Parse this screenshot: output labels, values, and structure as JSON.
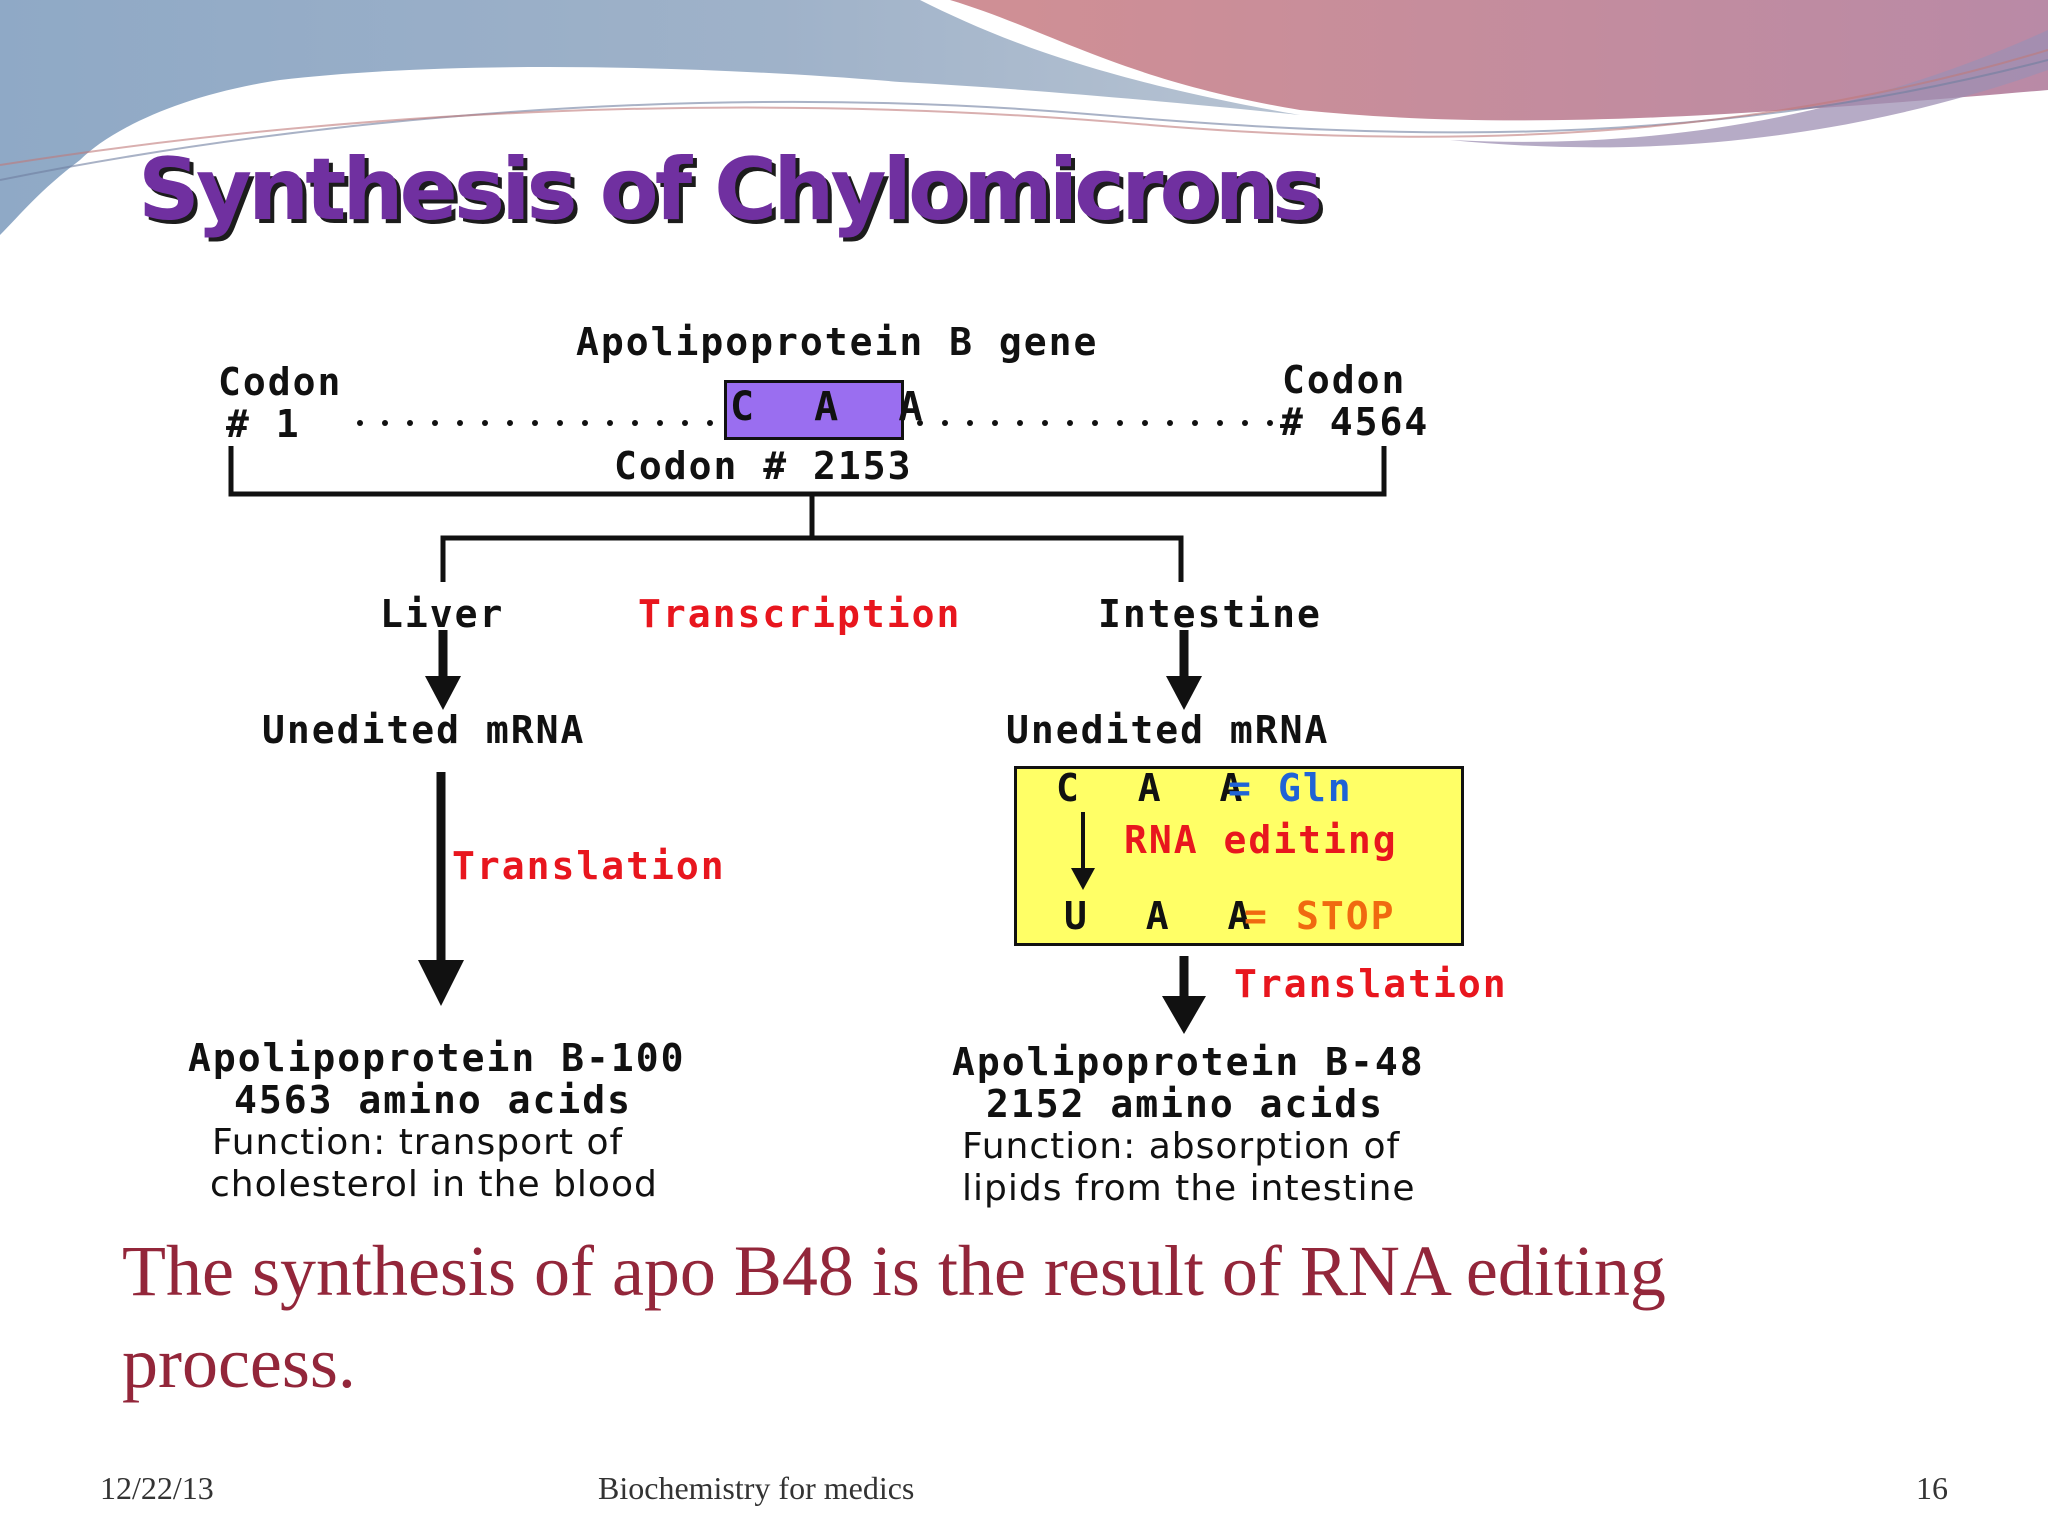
{
  "slide": {
    "title": "Synthesis of Chylomicrons",
    "caption": "The synthesis of apo B48 is the result of RNA editing process.",
    "footer": {
      "date": "12/22/13",
      "center": "Biochemistry for medics",
      "page": "16"
    }
  },
  "diagram": {
    "gene_label": "Apolipoprotein B gene",
    "codon_left_label": "Codon",
    "codon_left_number": "# 1",
    "codon_right_label": "Codon",
    "codon_right_number": "# 4564",
    "codon_mid_sequence": "C A A",
    "codon_mid_label": "Codon # 2153",
    "liver_label": "Liver",
    "intestine_label": "Intestine",
    "transcription_label": "Transcription",
    "left_mrna_label": "Unedited mRNA",
    "right_mrna_label": "Unedited mRNA",
    "left_translation_label": "Translation",
    "right_translation_label": "Translation",
    "editing_box": {
      "top_codon": "C A A",
      "top_equals": "=",
      "top_amino": "Gln",
      "editing_label": "RNA editing",
      "bottom_codon": "U A A",
      "bottom_equals": "=",
      "bottom_stop": "STOP"
    },
    "left_product": {
      "name": "Apolipoprotein B-100",
      "size": "4563 amino acids",
      "function_line1": "Function: transport of",
      "function_line2": "cholesterol in the blood"
    },
    "right_product": {
      "name": "Apolipoprotein B-48",
      "size": "2152 amino acids",
      "function_line1": "Function: absorption of",
      "function_line2": "lipids from the intestine"
    },
    "colors": {
      "title": "#7030a0",
      "codon_box": "#9a6ef0",
      "editing_box": "#ffff66",
      "red_text": "#e8161e",
      "gln_text": "#1f63d6",
      "stop_text": "#f06a10",
      "caption": "#93263a"
    }
  }
}
